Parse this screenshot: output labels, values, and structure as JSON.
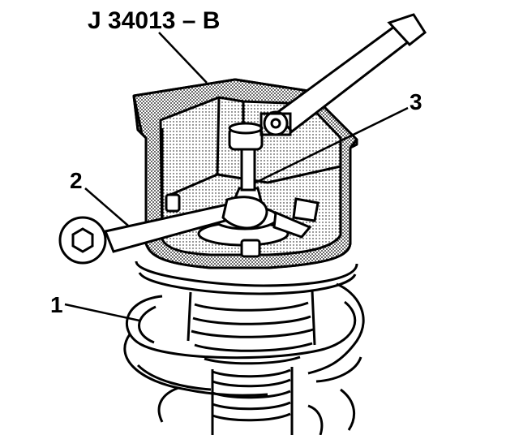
{
  "tool_label": "J 34013 – B",
  "callouts": {
    "coil_spring": "1",
    "box_wrench": "2",
    "strut_rod_nut": "3"
  },
  "colors": {
    "ink": "#000000",
    "paper": "#ffffff",
    "tool_shading": "#c8c8c8"
  }
}
